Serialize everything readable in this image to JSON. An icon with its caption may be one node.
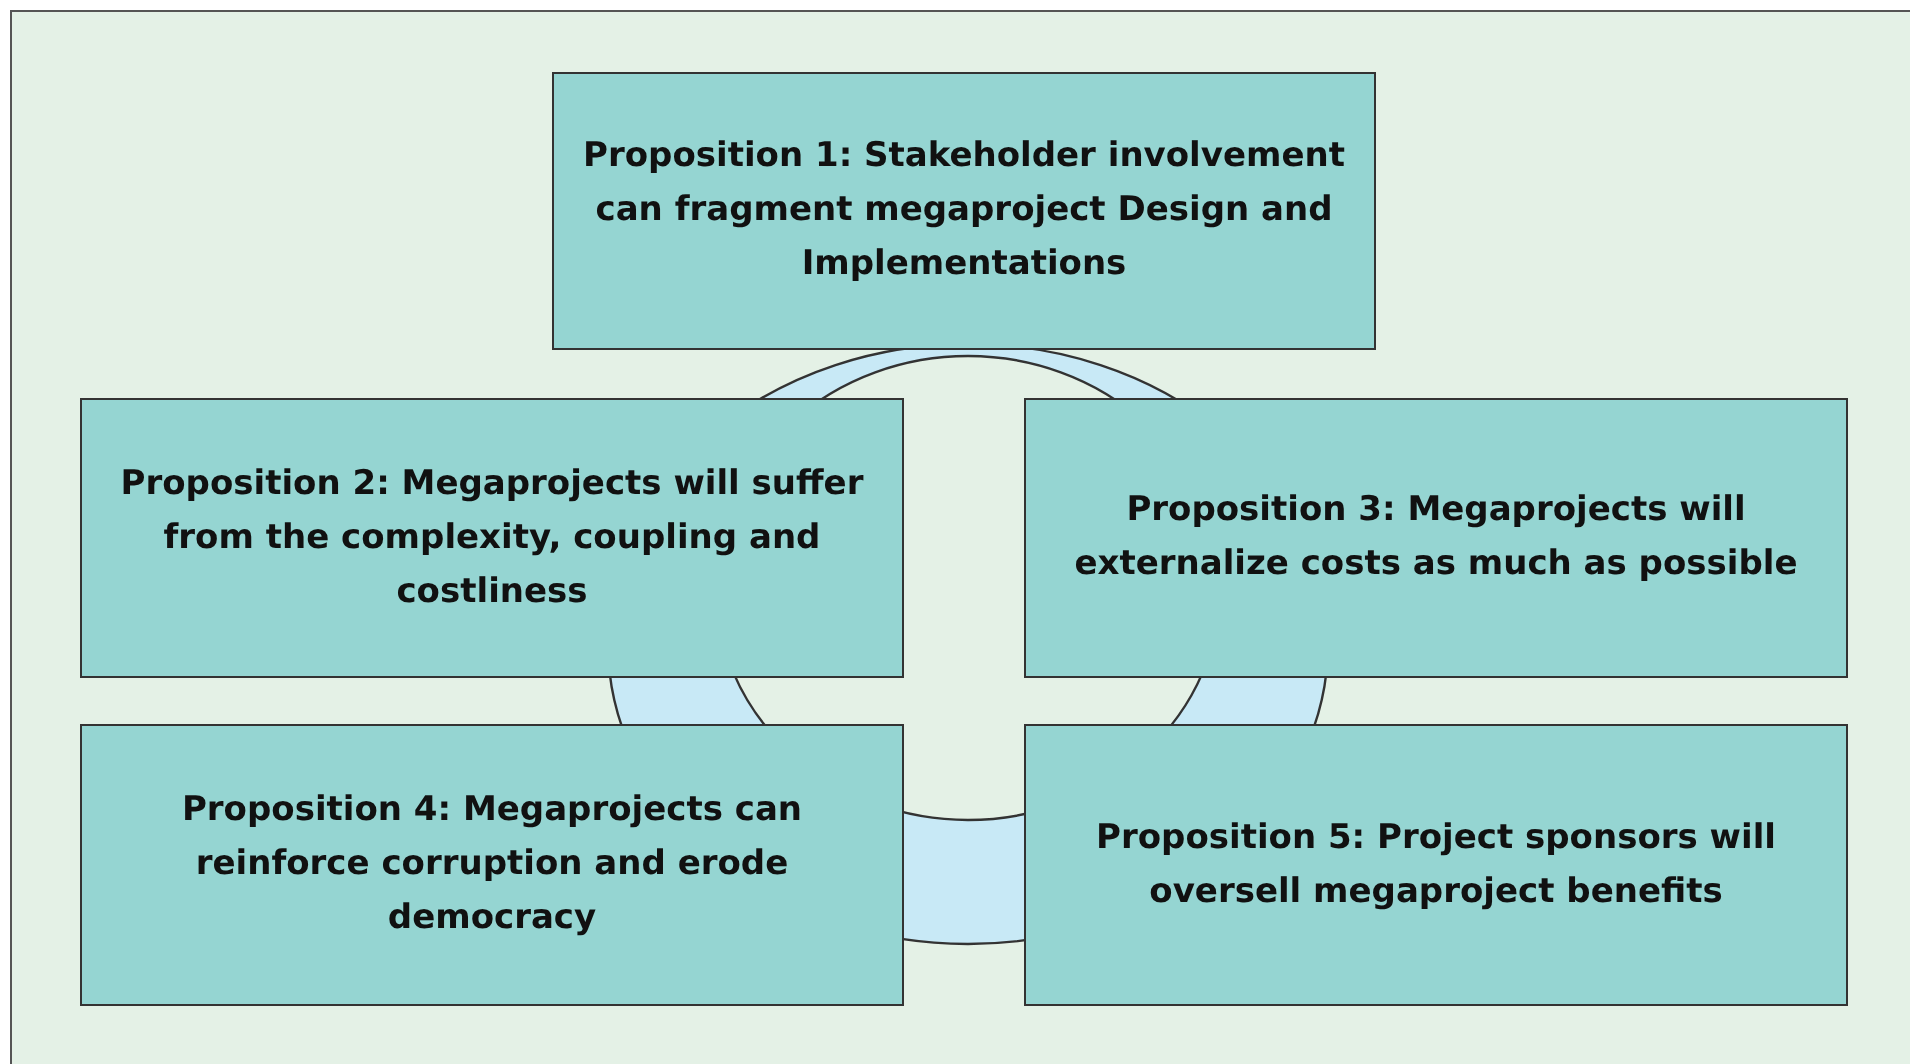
{
  "diagram": {
    "nodes": [
      {
        "text": [
          "Proposition 1: Stakeholder involvement can fragment megaproject Design and Implementations"
        ]
      },
      {
        "text": [
          "Proposition 2: Megaprojects will suffer from the complexity, coupling and costliness"
        ]
      },
      {
        "text": [
          "Proposition 3: Megaprojects will externalize costs as much as possible"
        ]
      },
      {
        "text": [
          "Proposition 4: Megaprojects can reinforce corruption and erode democracy"
        ]
      },
      {
        "text": [
          "Proposition 5: Project sponsors will oversell megaproject benefits"
        ]
      }
    ]
  }
}
